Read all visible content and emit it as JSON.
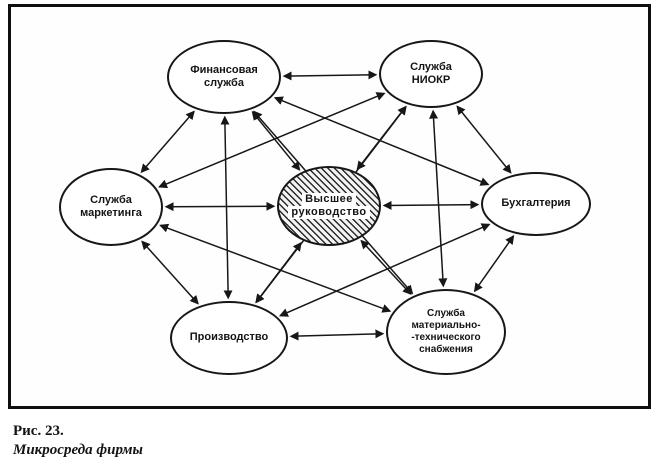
{
  "figure": {
    "caption_label": "Рис. 23.",
    "caption_title": "Микросреда фирмы"
  },
  "colors": {
    "ink": "#171717",
    "paper": "#ffffff"
  },
  "diagram": {
    "edge_style": "double-arrow",
    "nodes": [
      {
        "id": "top-management",
        "label_lines": [
          "Высшее",
          "руководство"
        ],
        "hatched": true
      },
      {
        "id": "finance",
        "label_lines": [
          "Финансовая",
          "служба"
        ]
      },
      {
        "id": "rnd",
        "label_lines": [
          "Служба",
          "НИОКР"
        ]
      },
      {
        "id": "marketing",
        "label_lines": [
          "Служба",
          "маркетинга"
        ]
      },
      {
        "id": "accounting",
        "label_lines": [
          "Бухгалтерия"
        ]
      },
      {
        "id": "production",
        "label_lines": [
          "Производство"
        ]
      },
      {
        "id": "supply",
        "label_lines": [
          "Служба",
          "материально-",
          "-технического",
          "снабжения"
        ]
      }
    ],
    "edges": [
      [
        "finance",
        "rnd"
      ],
      [
        "finance",
        "marketing"
      ],
      [
        "finance",
        "accounting"
      ],
      [
        "finance",
        "production"
      ],
      [
        "finance",
        "supply"
      ],
      [
        "rnd",
        "marketing"
      ],
      [
        "rnd",
        "accounting"
      ],
      [
        "rnd",
        "production"
      ],
      [
        "rnd",
        "supply"
      ],
      [
        "marketing",
        "production"
      ],
      [
        "marketing",
        "supply"
      ],
      [
        "accounting",
        "production"
      ],
      [
        "accounting",
        "supply"
      ],
      [
        "production",
        "supply"
      ],
      [
        "top-management",
        "finance"
      ],
      [
        "top-management",
        "rnd"
      ],
      [
        "top-management",
        "marketing"
      ],
      [
        "top-management",
        "accounting"
      ],
      [
        "top-management",
        "production"
      ],
      [
        "top-management",
        "supply"
      ]
    ]
  }
}
